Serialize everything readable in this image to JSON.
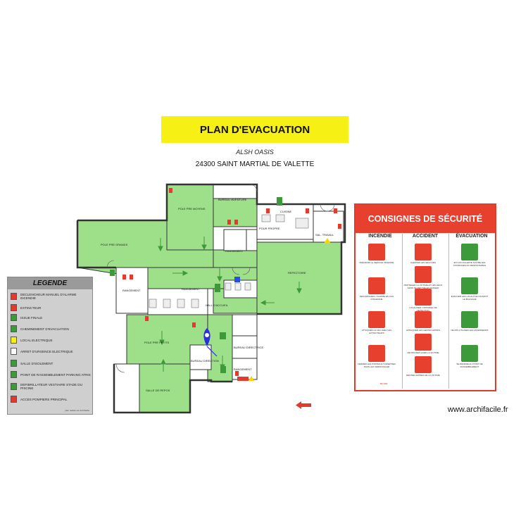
{
  "title": "PLAN D'EVACUATION",
  "subtitle": "ALSH OASIS",
  "address": "24300 SAINT MARTIAL DE VALETTE",
  "colors": {
    "banner": "#f7f014",
    "floor": "#9ee08a",
    "wall": "#333333",
    "safety_red": "#e8402f",
    "safety_green": "#3d9a3a",
    "legend_bg": "#cfcfcf"
  },
  "rooms": {
    "dortoir": "BUREAU /AVENTURE",
    "salle_moyens": "POLE PRE MOYENS",
    "salle_grands": "POLE PRE GRANDS",
    "pour_propre": "POUR PROPRE",
    "cuisine": "CUISINE",
    "sal_travail": "SAL. TRAVAIL",
    "rangement1": "RANGEMENT",
    "rangement2": "RANGEMENT",
    "rangement3": "RANGEMENT",
    "refectoire": "REFECTOIRE",
    "hall": "HALL D'ACCUEIL",
    "petits": "POLE PRE PETITS",
    "bureau_direction": "BUREAU DIRECTION",
    "bureau_directrice": "BUREAU DIRECTRICE",
    "salle_repos": "SALLE DE REPOS",
    "rangement4": "RANGEMENT"
  },
  "legend": {
    "title": "LEGENDE",
    "items": [
      {
        "icon": "alarm-icon",
        "label": "DECLENCHEUR MANUEL D'ALARME INCENDIE",
        "color": "#e23a2c"
      },
      {
        "icon": "extinguisher-icon",
        "label": "EXTINCTEUR",
        "color": "#e23a2c"
      },
      {
        "icon": "exit-icon",
        "label": "ISSUE FINALE",
        "color": "#3d9a3a"
      },
      {
        "icon": "arrow-icon",
        "label": "CHEMINEMENT D'EVACUATION",
        "color": "#3d9a3a"
      },
      {
        "icon": "electric-icon",
        "label": "LOCAL ELECTRIQUE",
        "color": "#f7f014"
      },
      {
        "icon": "stop-icon",
        "label": "ARRET D'URGENCE ELECTRIQUE",
        "color": "#ffffff"
      },
      {
        "icon": "first-aid-icon",
        "label": "SALLE D'ISOLEMENT",
        "color": "#3d9a3a"
      },
      {
        "icon": "assembly-icon",
        "label": "POINT DE RASSEMBLEMENT PARKING ATRIS",
        "color": "#3d9a3a"
      },
      {
        "icon": "defib-icon",
        "label": "DEFIBRILLATEUR VESTIAIRE STADE DU PISCINE",
        "color": "#3d9a3a"
      },
      {
        "icon": "firefighter-access-icon",
        "label": "ACCES POMPIERS PRINCIPAL",
        "color": "#e23a2c"
      }
    ],
    "footer": "plan réalisé sur archifacile"
  },
  "safety": {
    "title": "CONSIGNES DE SÉCURITÉ",
    "columns": [
      "INCENDIE",
      "ACCIDENT",
      "ÉVACUATION"
    ],
    "incendie": [
      "PREVENIR LE SERVICE INCENDIE",
      "DECLENCHER L'ALARME EN CAS D'INCENDIE",
      "ATTAQUER LE FEU AVEC LES EXTINCTEURS",
      "FERMER LES PORTES ET FENETRES SANS LES VERROUILLER"
    ],
    "accident": [
      "ALERTER LES SECOURS",
      "PROTEGER LA VICTIME ET LES LIEUX SANS SE METTRE EN DANGER",
      "LOCALISER L'APPAREIL DE DETECTION",
      "APPLIQUER LES GESTES APPRIS",
      "NE PAS DEPLACER LA VICTIME",
      "RESTER AUPRES DE LA VICTIME"
    ],
    "evacuation": [
      "EN CAS D'ALERTE SUIVRE LES CONSIGNES DU RESPONSABLE",
      "EVACUER LES LOCAUX EN SUIVANT LE BALISAGE",
      "NE PAS UTILISER LES ASCENSEURS",
      "SE RENDRE AU POINT DE RASSEMBLEMENT"
    ],
    "phone": "18 / 112"
  },
  "website": "www.archifacile.fr"
}
